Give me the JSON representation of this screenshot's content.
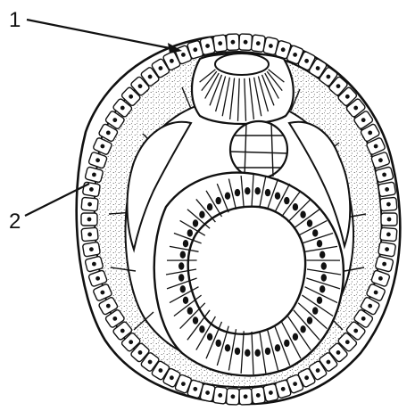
{
  "figure": {
    "labels": [
      {
        "id": "label-1",
        "text": "1"
      },
      {
        "id": "label-2",
        "text": "2"
      }
    ],
    "colors": {
      "ink": "#111111",
      "background": "#ffffff",
      "cell_fill": "#ffffff",
      "stipple": "#333333"
    }
  }
}
